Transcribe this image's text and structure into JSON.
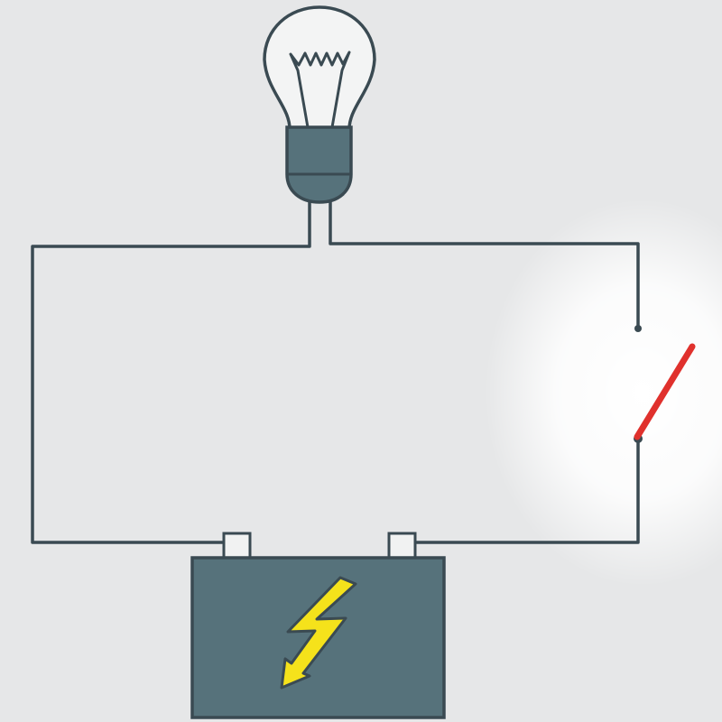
{
  "diagram": {
    "type": "simple-electric-circuit",
    "components": [
      {
        "id": "light-bulb",
        "kind": "incandescent-bulb",
        "state": "off"
      },
      {
        "id": "switch",
        "kind": "knife-switch",
        "state": "open"
      },
      {
        "id": "battery",
        "kind": "battery",
        "symbol": "lightning-bolt-icon"
      }
    ],
    "connections": [
      [
        "battery",
        "light-bulb"
      ],
      [
        "light-bulb",
        "switch"
      ],
      [
        "switch",
        "battery"
      ]
    ]
  },
  "colors": {
    "background": "#e6e7e8",
    "wire": "#3a4a52",
    "bulb_glass": "#f3f4f4",
    "bulb_base": "#56727b",
    "battery_body": "#56727b",
    "battery_terminal": "#f1f2f2",
    "lightning_bolt": "#f5e21b",
    "switch_lever": "#e0312d",
    "switch_glow": "#ffffff"
  }
}
